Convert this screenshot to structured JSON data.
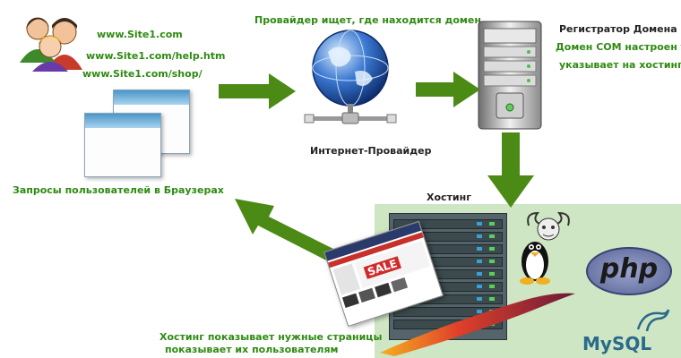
{
  "users": {
    "url_1": "www.Site1.com",
    "url_2": "www.Site1.com/help.htm",
    "url_3": "www.Site1.com/shop/",
    "caption": "Запросы пользователей в Браузерах"
  },
  "provider": {
    "top_label": "Провайдер ищет, где находится домен",
    "bottom_label": "Интернет-Провайдер"
  },
  "registrar": {
    "title": "Регистратор Домена",
    "line_1": "Домен COM настроен тут",
    "line_2": "указывает на хостинг"
  },
  "hosting": {
    "title": "Хостинг",
    "caption_1": "Хостинг показывает нужные страницы",
    "caption_2": "показывает их пользователям",
    "php_logo": "php",
    "mysql_logo": "MySQL",
    "sale_badge": "SALE"
  },
  "colors": {
    "arrow_green": "#4c8a16",
    "text_green": "#2f8a12",
    "hosting_bg": "#cfe6c4"
  }
}
